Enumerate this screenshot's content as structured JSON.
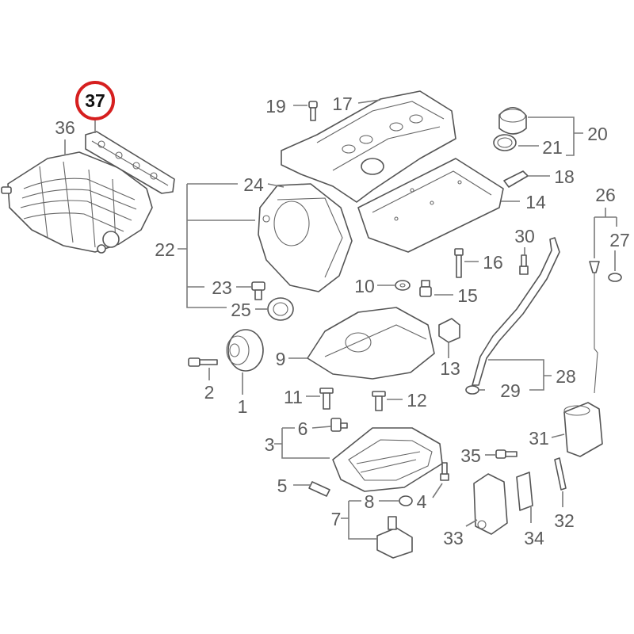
{
  "diagram": {
    "highlighted": "37",
    "highlight_color": "#d61f1f",
    "line_color": "#7a7a7a",
    "callouts": [
      "1",
      "2",
      "3",
      "4",
      "5",
      "6",
      "7",
      "8",
      "9",
      "10",
      "11",
      "12",
      "13",
      "14",
      "15",
      "16",
      "17",
      "18",
      "19",
      "20",
      "21",
      "22",
      "23",
      "24",
      "25",
      "26",
      "27",
      "28",
      "29",
      "30",
      "31",
      "32",
      "33",
      "34",
      "35",
      "36",
      "37"
    ]
  }
}
